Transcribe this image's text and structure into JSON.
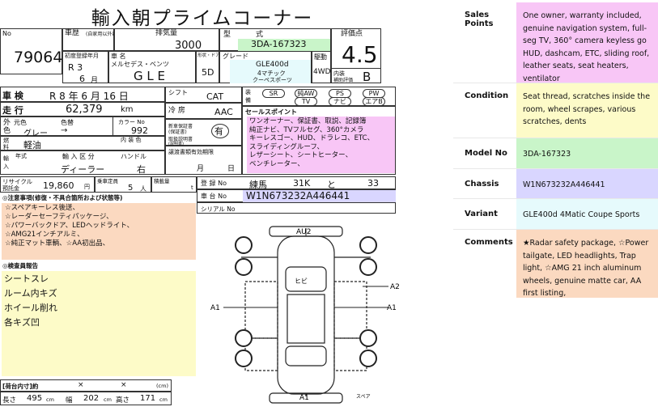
{
  "sheet": {
    "title": "輸入朝プライムコーナー",
    "lot_label": "No",
    "lot_no": "79064",
    "type_label": "車歴",
    "type_sub": "(自家用以外は記入)",
    "disp_label": "排気量",
    "displacement": "3000",
    "model_label": "型",
    "model_label2": "式",
    "model_code": "3DA-167323",
    "score_label": "評価点",
    "score": "4.5",
    "reg_label": "初度登録年月",
    "reg_era": "R 3",
    "reg_month": "6",
    "reg_month_unit": "月",
    "maker_label": "車 名",
    "maker": "メルセデス・ベンツ",
    "car_name": "G L E",
    "doors_label": "形状・ドア数",
    "doors": "5D",
    "grade_label": "グレード",
    "grade_line1": "GLE400d",
    "grade_line2": "4マチック",
    "grade_line3": "クーペスポーツ",
    "drive_label": "駆動",
    "drive": "4WD",
    "interior_label": "内装",
    "interior_label2": "補助評価",
    "interior_score": "B",
    "shaken_label": "車 検",
    "shaken": "R 8 年 6 月 16 日",
    "mileage_label": "走 行",
    "mileage": "62,379",
    "mileage_unit": "km",
    "color_label_a": "外",
    "color_label_b": "色",
    "orig_color_label": "元色",
    "color_label": "色替",
    "color": "グレー",
    "color_arrow": "→",
    "color_no_label": "カラー No",
    "color_no": "992",
    "int_color_label": "内 装 色",
    "fuel_label_a": "燃",
    "fuel_label_b": "料",
    "fuel": "軽油",
    "import_label_a": "輸",
    "import_label_b": "入",
    "year_label": "年式",
    "import_type_label": "輸 入 区 分",
    "import_type": "ディーラー",
    "handle_label": "ハンドル",
    "handle": "右",
    "shift_label": "シフト",
    "shift": "CAT",
    "ac_label": "冷 房",
    "ac": "AAC",
    "warranty_label1": "新車保証書",
    "warranty_label2": "(保証書)",
    "warranty": "有",
    "manual_label": "取扱説明書",
    "manual_label2": "(説明書)",
    "tax_label": "譲渡書類有効期限",
    "tax_month": "月",
    "tax_day": "日",
    "equip_label_a": "装",
    "equip_label_b": "備",
    "equip": [
      "SR",
      "純AW",
      "PS",
      "PW",
      "TV",
      "ナビ",
      "エアB"
    ],
    "sales_label": "セールスポイント",
    "sales_text": [
      "ワンオーナー、保証書、取説、記録簿",
      "純正ナビ、TVフルセグ、360°カメラ",
      "キーレスゴー、HUD、ドラレコ、ETC、",
      "スライディングルーフ、",
      "レザーシート、シートヒーター、",
      "ベンチレーター、"
    ],
    "recycle_label": "リサイクル",
    "recycle_label2": "預託金",
    "recycle": "19,860",
    "recycle_unit": "円",
    "capacity_label": "乗車定員",
    "capacity": "5",
    "capacity_unit": "人",
    "load_label": "積載量",
    "load_unit": "t",
    "regno_label": "登 録 No",
    "regno_area": "練馬",
    "regno_class": "31K",
    "regno_kana": "と",
    "regno_num": "33",
    "chassis_label": "車 台 No",
    "chassis": "W1N673232A446441",
    "serial_label": "シリアル No",
    "notes_label": "◎注意事項(修復・不具合箇所および状態等)",
    "notes_text": [
      "☆スペアキーレス後送、",
      "☆レーダーセーフティパッケージ、",
      "☆パワーバックドア、LEDヘッドライト、",
      "☆AMG21インチアルミ、",
      "☆純正マット車輌、☆AA初出品、"
    ],
    "inspect_label": "◎検査員報告",
    "inspect_text": [
      "シートスレ",
      "ルーム内キズ",
      "ホイール削れ",
      "各キズ凹"
    ],
    "cargo_label": "[荷台内寸]約",
    "cargo_x1": "×",
    "cargo_x2": "×",
    "cargo_unit": "(cm)",
    "len_label": "長さ",
    "len": "495",
    "width_label": "幅",
    "width": "202",
    "height_label": "高さ",
    "height": "171",
    "unit_cm": "cm",
    "diagram_labels": {
      "au2": "AU2",
      "a2": "A2",
      "a1_left": "A1",
      "a1_right": "A1",
      "a1_bottom": "A1",
      "hibi": "ヒビ",
      "spare": "スペア"
    }
  },
  "details": [
    {
      "key": "Sales Points",
      "value": "One owner, warranty included, genuine navigation system, full-seg TV, 360° camera keyless go HUD, dashcam, ETC, sliding roof, leather seats, seat heaters, ventilator"
    },
    {
      "key": "Condition",
      "value": "Seat thread, scratches inside the room, wheel scrapes, various scratches, dents"
    },
    {
      "key": "Model No",
      "value": "3DA-167323"
    },
    {
      "key": "Chassis",
      "value": "W1N673232A446441"
    },
    {
      "key": "Variant",
      "value": "GLE400d 4Matic Coupe Sports"
    },
    {
      "key": "Comments",
      "value": "★Radar safety package, ☆Power tailgate, LED headlights, Trap light, ☆AMG 21 inch aluminum wheels, genuine matte car, AA first listing,"
    }
  ],
  "colors": {
    "sales": "#f8c6f6",
    "condition": "#fdfbc8",
    "model": "#c9f5c9",
    "chassis": "#d9d6ff",
    "variant": "#e6fafc",
    "comments": "#fbd9c0"
  }
}
